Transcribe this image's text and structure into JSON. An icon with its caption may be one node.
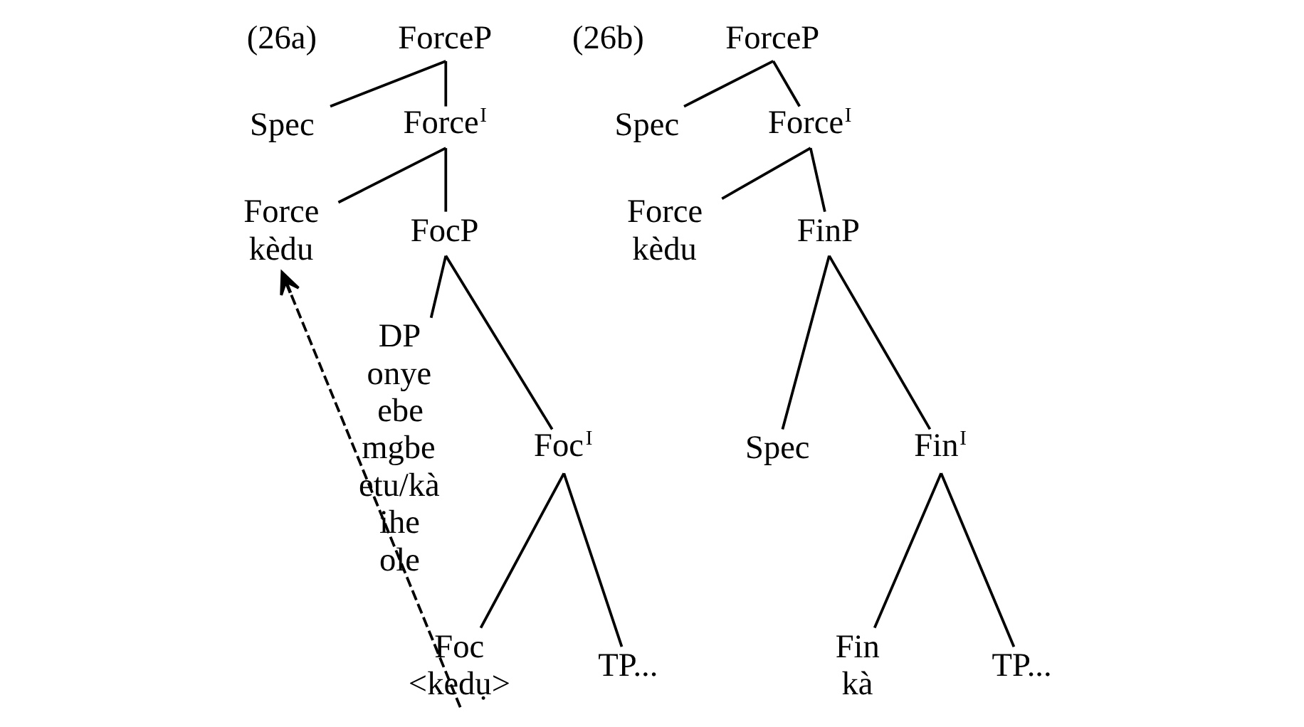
{
  "diagram": {
    "nodes": [
      {
        "text": [
          "ForceP"
        ]
      },
      {
        "text": [
          "Spec"
        ]
      },
      {
        "text": [
          "Force$^{I}$"
        ]
      },
      {
        "text": [
          "Force",
          "kèdu"
        ]
      },
      {
        "text": [
          "FocP"
        ]
      },
      {
        "text": [
          "DP",
          "onye ebe mgbe etu/kà ihe ole"
        ]
      },
      {
        "text": [
          "Foc$^{I}$"
        ]
      },
      {
        "text": [
          "Foc",
          "<kedụ>"
        ]
      },
      {
        "text": [
          "TP..."
        ]
      },
      {
        "text": [
          "ForceP"
        ]
      },
      {
        "text": [
          "Spec"
        ]
      },
      {
        "text": [
          "Force$^{I}$"
        ]
      },
      {
        "text": [
          "Force",
          "kèdu"
        ]
      },
      {
        "text": [
          "FinP"
        ]
      },
      {
        "text": [
          "Spec"
        ]
      },
      {
        "text": [
          "Fin$^{I}$"
        ]
      },
      {
        "text": [
          "Fin",
          "kà"
        ]
      },
      {
        "text": [
          "TP..."
        ]
      }
    ],
    "edges": [
      {
        "from": 0,
        "to": 1,
        "arrow": "none"
      },
      {
        "from": 0,
        "to": 2,
        "arrow": "none"
      },
      {
        "from": 2,
        "to": 3,
        "arrow": "none"
      },
      {
        "from": 2,
        "to": 4,
        "arrow": "none"
      },
      {
        "from": 4,
        "to": 5,
        "arrow": "none"
      },
      {
        "from": 4,
        "to": 6,
        "arrow": "none"
      },
      {
        "from": 6,
        "to": 7,
        "arrow": "none"
      },
      {
        "from": 6,
        "to": 8,
        "arrow": "none"
      },
      {
        "from": 7,
        "to": 3,
        "arrow": "to",
        "style": "dashed"
      },
      {
        "from": 9,
        "to": 10,
        "arrow": "none"
      },
      {
        "from": 9,
        "to": 11,
        "arrow": "none"
      },
      {
        "from": 11,
        "to": 12,
        "arrow": "none"
      },
      {
        "from": 11,
        "to": 13,
        "arrow": "none"
      },
      {
        "from": 13,
        "to": 14,
        "arrow": "none"
      },
      {
        "from": 13,
        "to": 15,
        "arrow": "none"
      },
      {
        "from": 15,
        "to": 16,
        "arrow": "none"
      },
      {
        "from": 15,
        "to": 17,
        "arrow": "none"
      }
    ],
    "labels": [
      "(26a)",
      "(26b)"
    ]
  }
}
